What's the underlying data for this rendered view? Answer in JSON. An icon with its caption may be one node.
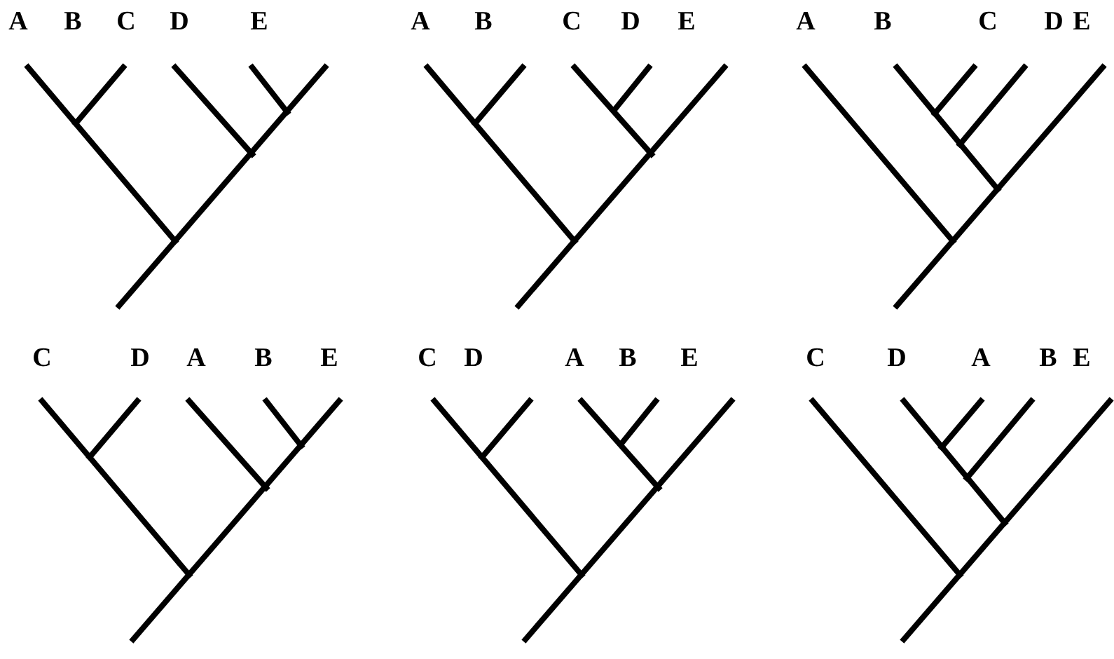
{
  "diagram": {
    "labels": [
      "A",
      "B",
      "C",
      "D",
      "E",
      "A",
      "B",
      "C",
      "D",
      "E",
      "A",
      "B",
      "C",
      "D",
      "E",
      "C",
      "D",
      "A",
      "B",
      "E",
      "C",
      "D",
      "A",
      "B",
      "E",
      "C",
      "D",
      "A",
      "B",
      "E"
    ]
  }
}
